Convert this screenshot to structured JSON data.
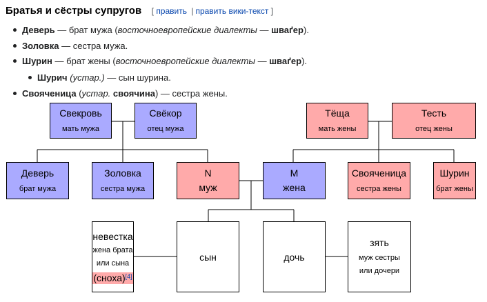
{
  "heading": {
    "title": "Братья и сёстры супругов",
    "bracket_open": "[",
    "edit_label": "править",
    "separator": "|",
    "edit_source_label": "править вики-текст",
    "bracket_close": "]"
  },
  "list": {
    "deverya": {
      "term": "Деверь",
      "text1": " — брат мужа (",
      "note": "восточноевропейские диалекты",
      "text2": " — ",
      "term2": "шваґер",
      "text3": ")."
    },
    "zolovka": {
      "term": "Золовка",
      "text1": " — сестра мужа."
    },
    "shurin": {
      "term": "Шурин",
      "text1": " — брат жены (",
      "note": "восточноевропейские диалекты",
      "text2": " — ",
      "term2": "шваґер",
      "text3": ")."
    },
    "shurich": {
      "term": "Шурич",
      "text1": " ",
      "note": "(устар.)",
      "text2": " — сын шурина."
    },
    "svoyachenitsa": {
      "term": "Свояченица",
      "text1": " (",
      "note": "устар.",
      "text2": " ",
      "term2": "своячина",
      "text3": ") — сестра жены."
    }
  },
  "tree": {
    "colors": {
      "husband_side": "#aaaaff",
      "wife_side": "#ffaaaa",
      "children": "#ffffff"
    },
    "svekrov": {
      "name": "Свекровь",
      "desc": "мать мужа"
    },
    "svekor": {
      "name": "Свёкор",
      "desc": "отец мужа"
    },
    "tyoshcha": {
      "name": "Тёща",
      "desc": "мать жены"
    },
    "test": {
      "name": "Тесть",
      "desc": "отец жены"
    },
    "dever": {
      "name": "Деверь",
      "desc": "брат мужа"
    },
    "zolovka": {
      "name": "Золовка",
      "desc": "сестра мужа"
    },
    "husband": {
      "name": "N",
      "desc": "муж"
    },
    "wife": {
      "name": "M",
      "desc": "жена"
    },
    "svoyachenitsa": {
      "name": "Свояченица",
      "desc": "сестра жены"
    },
    "shurin": {
      "name": "Шурин",
      "desc": "брат жены"
    },
    "nevestka": {
      "name": "невестка",
      "desc1": "жена брата",
      "desc2": "или сына",
      "alt": "(сноха)",
      "ref": "[4]"
    },
    "son": {
      "name": "сын"
    },
    "daughter": {
      "name": "дочь"
    },
    "zyat": {
      "name": "зять",
      "desc1": "муж сестры",
      "desc2": "или дочери"
    }
  }
}
